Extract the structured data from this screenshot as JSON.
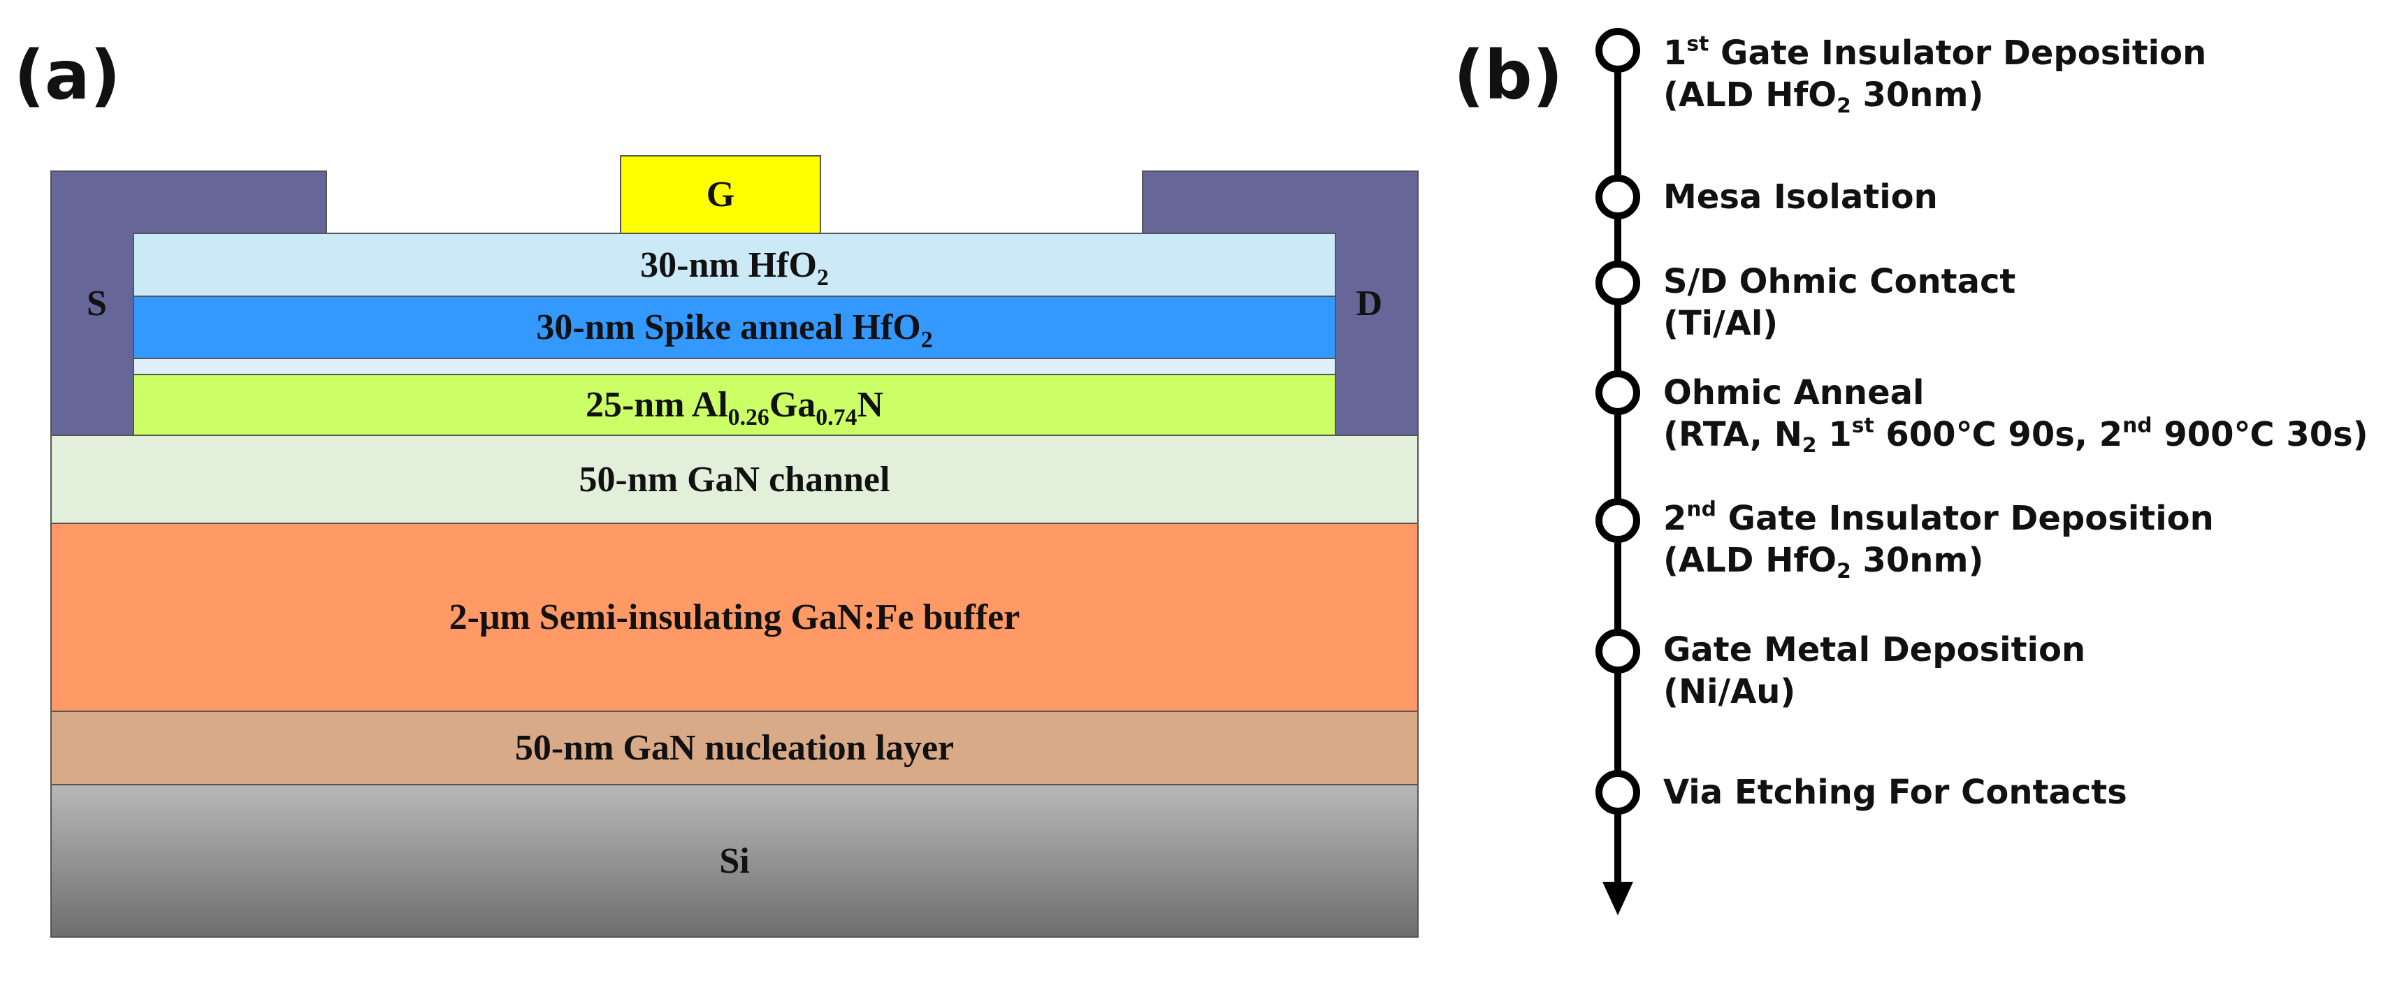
{
  "panel_a": {
    "label": "(a)",
    "source": "S",
    "drain": "D",
    "gate": "G",
    "hfo2_top": {
      "text": "30-nm HfO",
      "sub": "2"
    },
    "hfo2_spike": {
      "text": "30-nm Spike anneal HfO",
      "sub": "2"
    },
    "algan": {
      "t1": "25-nm Al",
      "s1": "0.26",
      "t2": "Ga",
      "s2": "0.74",
      "t3": "N"
    },
    "gan_channel": "50-nm GaN channel",
    "buffer": "2-μm Semi-insulating GaN:Fe buffer",
    "nucleation": "50-nm GaN nucleation layer",
    "substrate": "Si",
    "colors": {
      "contact": "#666699",
      "gate": "#ffff00",
      "hfo2": "#cce9f8",
      "hfo2_spike": "#3399ff",
      "thin_layer": "#dff0fa",
      "algan": "#ccff66",
      "gan": "#e2efda",
      "buffer": "#ff9966",
      "nucleation": "#d8aa88",
      "si_light": "#b8b8b8",
      "si_dark": "#6e6e6e"
    }
  },
  "panel_b": {
    "label": "(b)",
    "steps": [
      {
        "title_pre": "1",
        "title_sup": "st",
        "title_post": " Gate Insulator Deposition",
        "detail_pre": "(ALD HfO",
        "detail_sub": "2",
        "detail_post": " 30nm)"
      },
      {
        "title": "Mesa Isolation"
      },
      {
        "title": "S/D Ohmic Contact",
        "detail": "(Ti/Al)"
      },
      {
        "title": "Ohmic Anneal",
        "d1": "(RTA, N",
        "d_sub": "2",
        "d2": " 1",
        "d_sup1": "st",
        "d3": " 600℃ 90s, 2",
        "d_sup2": "nd",
        "d4": " 900℃ 30s)"
      },
      {
        "title_pre": "2",
        "title_sup": "nd",
        "title_post": " Gate Insulator Deposition",
        "detail_pre": "(ALD HfO",
        "detail_sub": "2",
        "detail_post": " 30nm)"
      },
      {
        "title": "Gate Metal Deposition",
        "detail": "(Ni/Au)"
      },
      {
        "title": "Via Etching For Contacts"
      }
    ]
  }
}
